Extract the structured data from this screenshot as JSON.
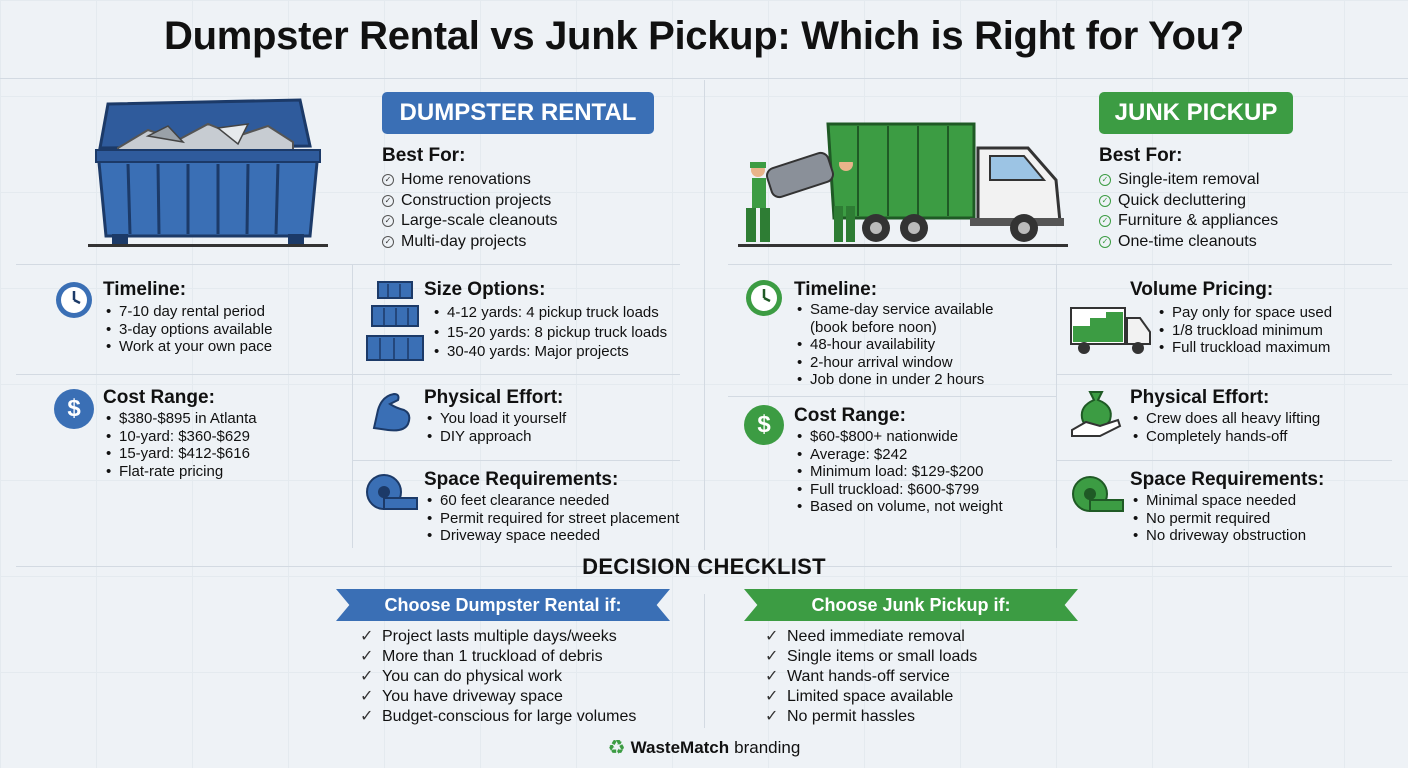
{
  "title": "Dumpster Rental vs Junk Pickup: Which is Right for You?",
  "colors": {
    "blue": "#3a6fb5",
    "green": "#3c9c43"
  },
  "dumpster": {
    "header": "DUMPSTER RENTAL",
    "best_for_title": "Best For:",
    "best_for": [
      "Home renovations",
      "Construction projects",
      "Large-scale cleanouts",
      "Multi-day projects"
    ],
    "timeline": {
      "title": "Timeline:",
      "icon": "clock-icon",
      "items": [
        "7-10 day rental period",
        "3-day options available",
        "Work at your own pace"
      ]
    },
    "cost": {
      "title": "Cost Range:",
      "icon": "dollar-icon",
      "symbol": "$",
      "items": [
        "$380-$895 in Atlanta",
        "10-yard: $360-$629",
        "15-yard: $412-$616",
        "Flat-rate pricing"
      ]
    },
    "size": {
      "title": "Size Options:",
      "icon": "dumpster-sizes-icon",
      "items": [
        "4-12 yards: 4 pickup truck loads",
        "15-20 yards: 8 pickup truck loads",
        "30-40 yards: Major projects"
      ]
    },
    "effort": {
      "title": "Physical Effort:",
      "icon": "flexed-arm-icon",
      "items": [
        "You load it yourself",
        "DIY approach"
      ]
    },
    "space": {
      "title": "Space Requirements:",
      "icon": "tape-measure-icon",
      "items": [
        "60 feet clearance needed",
        "Permit required for street placement",
        "Driveway space needed"
      ]
    }
  },
  "junk": {
    "header": "JUNK PICKUP",
    "best_for_title": "Best For:",
    "best_for": [
      "Single-item removal",
      "Quick decluttering",
      "Furniture & appliances",
      "One-time cleanouts"
    ],
    "timeline": {
      "title": "Timeline:",
      "icon": "clock-icon",
      "items": [
        "Same-day service available (book before noon)",
        "48-hour availability",
        "2-hour arrival window",
        "Job done in under 2 hours"
      ]
    },
    "cost": {
      "title": "Cost Range:",
      "icon": "dollar-icon",
      "symbol": "$",
      "items": [
        "$60-$800+ nationwide",
        "Average: $242",
        "Minimum load: $129-$200",
        "Full truckload: $600-$799",
        "Based on volume, not weight"
      ]
    },
    "volume": {
      "title": "Volume Pricing:",
      "icon": "truck-load-icon",
      "items": [
        "Pay only for space used",
        "1/8 truckload minimum",
        "Full truckload maximum"
      ]
    },
    "effort": {
      "title": "Physical Effort:",
      "icon": "money-bag-hand-icon",
      "items": [
        "Crew does all heavy lifting",
        "Completely hands-off"
      ]
    },
    "space": {
      "title": "Space Requirements:",
      "icon": "tape-measure-icon",
      "items": [
        "Minimal space needed",
        "No permit required",
        "No driveway obstruction"
      ]
    }
  },
  "decision": {
    "title": "DECISION CHECKLIST",
    "dumpster_title": "Choose Dumpster Rental if:",
    "dumpster_items": [
      "Project lasts multiple days/weeks",
      "More than 1 truckload of debris",
      "You can do physical work",
      "You have driveway space",
      "Budget-conscious for large volumes"
    ],
    "junk_title": "Choose Junk Pickup if:",
    "junk_items": [
      "Need immediate removal",
      "Single items or small loads",
      "Want hands-off service",
      "Limited space available",
      "No permit hassles"
    ]
  },
  "footer": {
    "brand": "WasteMatch",
    "suffix": "branding",
    "icon": "recycle-icon"
  }
}
